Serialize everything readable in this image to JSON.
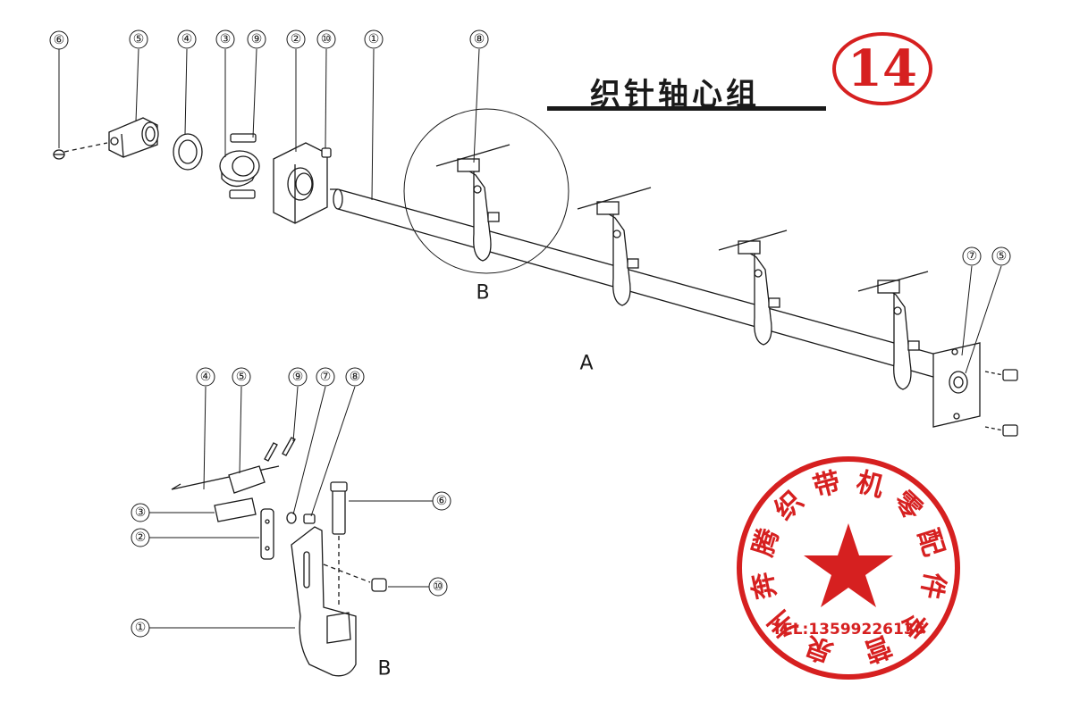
{
  "title": "织针轴心组",
  "page_number": "14",
  "colors": {
    "stamp_red": "#d62020",
    "ink": "#1a1a1a"
  },
  "view_a": {
    "label": "A",
    "detail_label": "B",
    "callouts": [
      "⑥",
      "⑤",
      "④",
      "③",
      "⑨",
      "②",
      "⑩",
      "①",
      "⑧",
      "⑦",
      "⑤"
    ]
  },
  "view_b": {
    "label": "B",
    "callouts_top": [
      "④",
      "⑤",
      "⑨",
      "⑦",
      "⑧"
    ],
    "callouts_left": [
      "③",
      "②",
      "①"
    ],
    "callouts_right": [
      "⑥",
      "⑩"
    ]
  },
  "stamp": {
    "arc_text": "泉州奔腾织带机零配件专营",
    "phone": "TEL:13599226136",
    "center_icon": "star-icon"
  }
}
